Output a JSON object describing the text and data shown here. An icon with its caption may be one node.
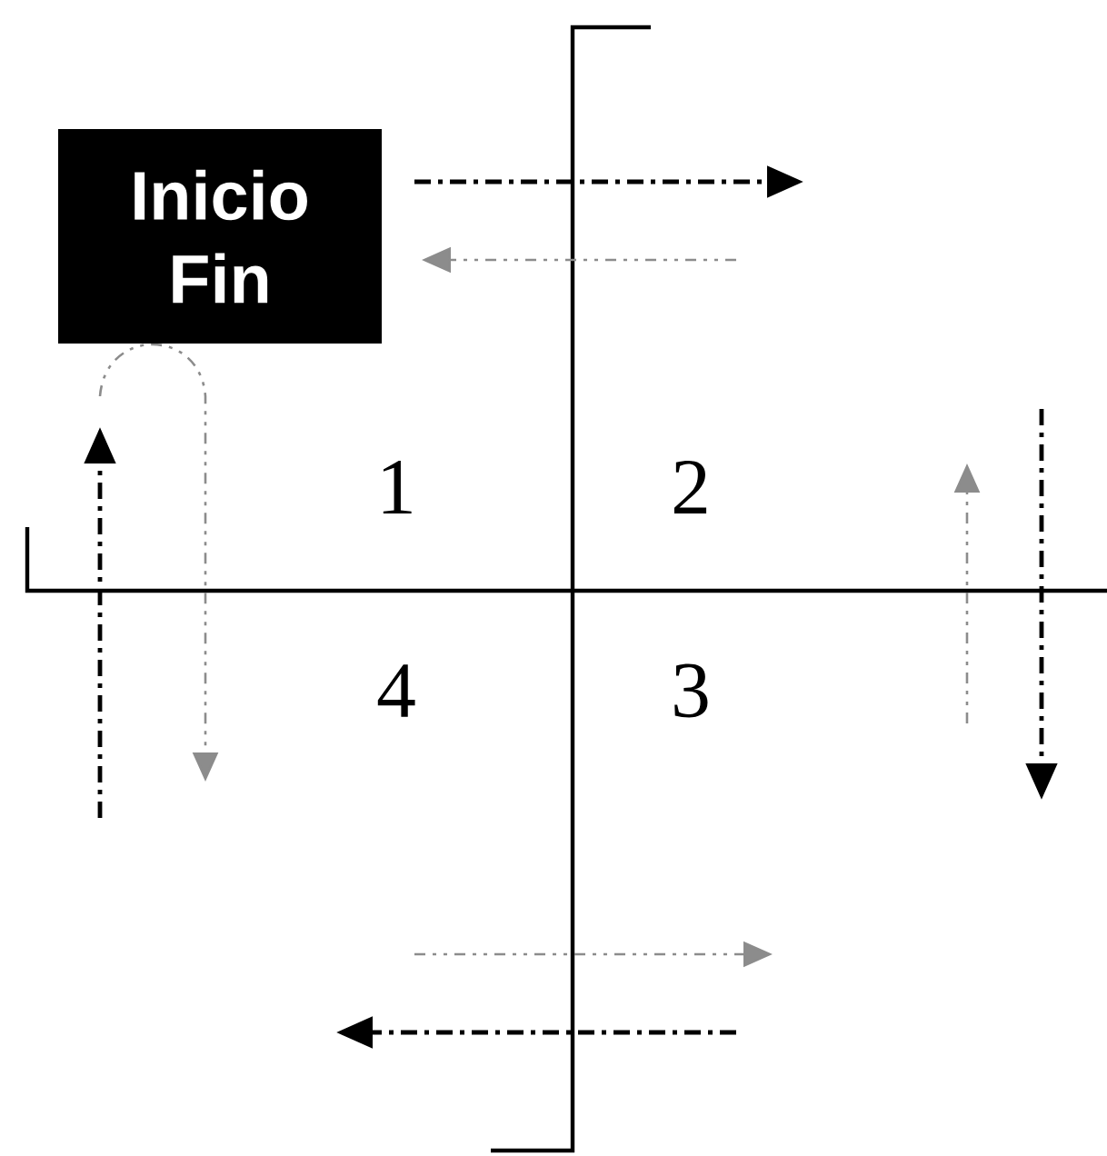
{
  "diagram": {
    "nodes": [
      {
        "text": [
          "Inicio",
          "Fin"
        ]
      }
    ],
    "labels": [
      "1",
      "2",
      "4",
      "3"
    ]
  }
}
